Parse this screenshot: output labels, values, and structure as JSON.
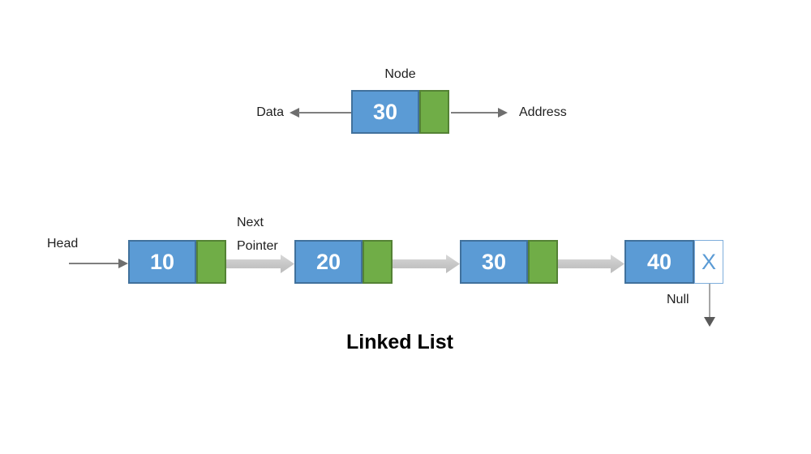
{
  "title": "Linked List",
  "node_diagram": {
    "label": "Node",
    "value": "30",
    "left_label": "Data",
    "right_label": "Address"
  },
  "list": {
    "head_label": "Head",
    "next_pointer_label": [
      "Next",
      "Pointer"
    ],
    "nodes": [
      {
        "value": "10"
      },
      {
        "value": "20"
      },
      {
        "value": "30"
      },
      {
        "value": "40"
      }
    ],
    "terminator_label": "X",
    "null_label": "Null"
  },
  "colors": {
    "node_fill": "#5B9BD5",
    "node_border": "#41719C",
    "pointer_fill": "#70AD47",
    "pointer_border": "#548235",
    "terminator_border": "#7FAEDC",
    "terminator_text": "#5B9BD5",
    "block_arrow_fill": "#C9C9C9",
    "thin_arrow": "#7F7F7F",
    "arrow_head": "#595959"
  }
}
